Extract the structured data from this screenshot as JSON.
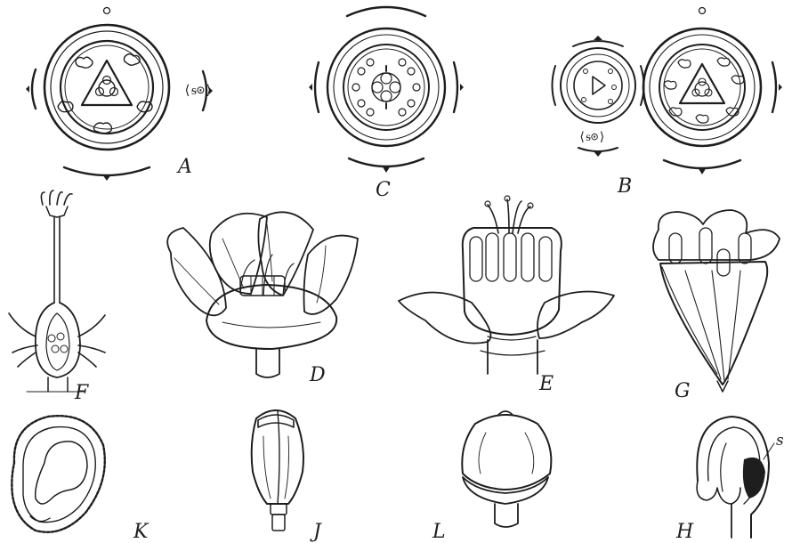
{
  "plate": {
    "background": "#ffffff",
    "ink": "#1e1e1e"
  },
  "figures": [
    {
      "key": "A",
      "label": "A"
    },
    {
      "key": "C",
      "label": "C"
    },
    {
      "key": "B",
      "label": "B"
    },
    {
      "key": "F",
      "label": "F"
    },
    {
      "key": "D",
      "label": "D"
    },
    {
      "key": "E",
      "label": "E"
    },
    {
      "key": "G",
      "label": "G"
    },
    {
      "key": "K",
      "label": "K"
    },
    {
      "key": "J",
      "label": "J"
    },
    {
      "key": "L",
      "label": "L"
    },
    {
      "key": "H",
      "label": "H"
    }
  ],
  "annotations": {
    "H_s": "s"
  }
}
